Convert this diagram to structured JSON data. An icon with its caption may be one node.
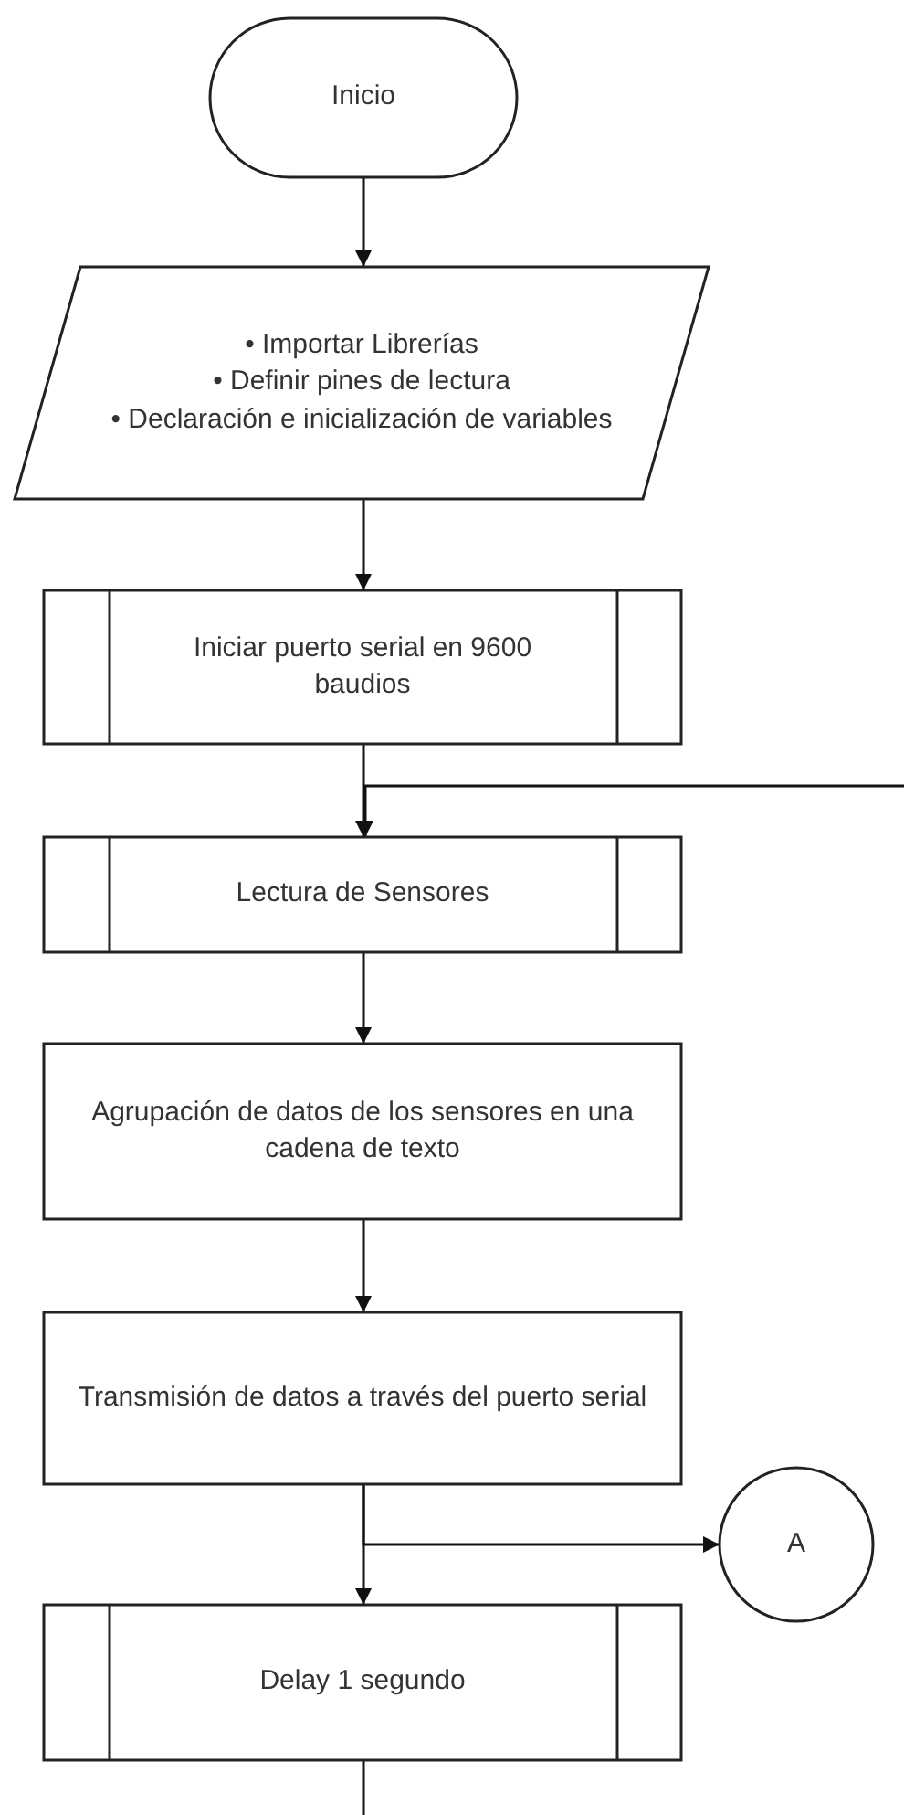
{
  "diagram": {
    "nodes": [
      {
        "text": [
          "Inicio"
        ]
      },
      {
        "text": [
          "• Importar Librerías",
          "• Definir pines de lectura",
          "• Declaración e inicialización de variables"
        ]
      },
      {
        "text": [
          "Iniciar puerto serial en 9600 baudios"
        ]
      },
      {
        "text": [
          "Lectura de Sensores"
        ]
      },
      {
        "text": [
          "Agrupación de datos de los sensores en una cadena de texto"
        ]
      },
      {
        "text": [
          "Transmisión de datos a través del puerto serial"
        ]
      },
      {
        "text": [
          "A"
        ]
      },
      {
        "text": [
          "Delay 1 segundo"
        ]
      }
    ],
    "edges": [
      {
        "from": 0,
        "to": 1,
        "arrow": "to"
      },
      {
        "from": 1,
        "to": 2,
        "arrow": "to"
      },
      {
        "from": 2,
        "to": 3,
        "arrow": "to"
      },
      {
        "from": null,
        "to": 3,
        "arrow": "to"
      },
      {
        "from": 3,
        "to": 4,
        "arrow": "to"
      },
      {
        "from": 4,
        "to": 5,
        "arrow": "to"
      },
      {
        "from": 5,
        "to": 7,
        "arrow": "to"
      },
      {
        "from": 5,
        "to": 6,
        "arrow": "to"
      },
      {
        "from": 7,
        "to": null,
        "arrow": "none"
      }
    ]
  }
}
